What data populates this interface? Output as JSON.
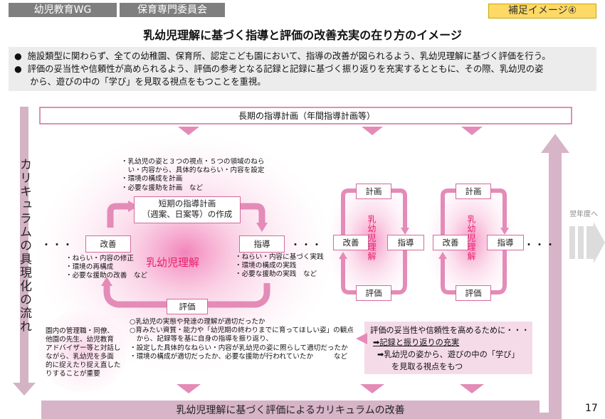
{
  "header": {
    "tag1": "幼児教育WG",
    "tag2": "保育専門委員会",
    "supplement": "補足イメージ④"
  },
  "title": "乳幼児理解に基づく指導と評価の改善充実の在り方のイメージ",
  "bullets": {
    "b1": "施設類型に関わらず、全ての幼稚園、保育所、認定こども園において、指導の改善が図られるよう、乳幼児理解に基づく評価を行う。",
    "b2a": "評価の妥当性や信頼性が高められるよう、評価の参考となる記録と記録に基づく振り返りを充実するとともに、その際、乳幼児の姿",
    "b2b": "から、遊びの中の「学び」を見取る視点をもつことを重視。"
  },
  "long_term_plan": "長期の指導計画（年間指導計画等）",
  "left_flow_label": "カリキュラムの具現化の流れ",
  "next_year": "翌年度へ",
  "bottom_label": "乳幼児理解に基づく評価によるカリキュラムの改善",
  "page_number": "17",
  "main_cycle": {
    "center": "乳幼児理解",
    "plan_box": {
      "line1": "短期の指導計画",
      "line2": "（週案、日案等）の作成"
    },
    "improve": "改善",
    "guide": "指導",
    "evaluate": "評価",
    "plan_notes": [
      "・乳幼児の姿と３つの視点・５つの領域のねら",
      "　い・内容から、具体的なねらい・内容を設定",
      "・環境の構成を計画",
      "・必要な援助を計画　など"
    ],
    "improve_notes": [
      "・ねらい・内容の修正",
      "・環境の再構成",
      "・必要な援助の改善　など"
    ],
    "guide_notes": [
      "・ねらい・内容に基づく実践",
      "・環境の構成の実践",
      "・必要な援助の実践　など"
    ],
    "eval_notes": [
      "○乳幼児の実態や発達の理解が適切だったか",
      "○育みたい資質・能力や「幼児期の終わりまでに育ってほしい姿」の観点",
      "　から、記録等を基に自身の指導を振り返り、",
      "・設定した具体的なねらい・内容が乳幼児の姿に照らして適切だったか",
      "・環境の構成が適切だったか、必要な援助が行われていたか　　　など"
    ]
  },
  "mini_cycles": [
    {
      "plan": "計画",
      "improve": "改善",
      "guide": "指導",
      "evaluate": "評価",
      "center": "乳幼児理解"
    },
    {
      "plan": "計画",
      "improve": "改善",
      "guide": "指導",
      "evaluate": "評価",
      "center": "乳幼児理解"
    }
  ],
  "pink_circle_text": [
    "園内の管理職・同僚、",
    "他園の先生、幼児教育",
    "アドバイザー等と対話し",
    "ながら、乳幼児を多面",
    "的に捉えたり捉え直した",
    "りすることが重要"
  ],
  "validity_box": {
    "l1": "評価の妥当性や信頼性を高めるために・・・",
    "l2": "➡記録と振り返りの充実",
    "l3": "➡乳幼児の姿から、遊びの中の「学び」",
    "l4": "を見取る視点をもつ"
  },
  "dots": "・・・",
  "colors": {
    "pink": "#e8206b",
    "mauve": "#d7b4c8",
    "arrow_pink": "#e48bb8",
    "box_border": "#d36b9c"
  }
}
